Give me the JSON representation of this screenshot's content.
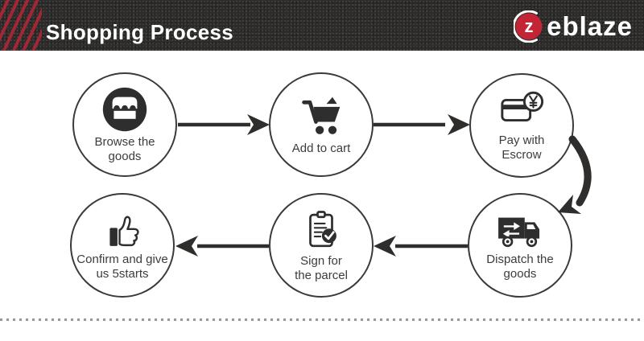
{
  "header": {
    "title": "Shopping Process",
    "brand": {
      "circle_letter": "z",
      "rest": "eblaze"
    }
  },
  "process": {
    "steps": [
      {
        "id": "browse",
        "label_line1": "Browse the",
        "label_line2": "goods",
        "icon": "storefront-icon"
      },
      {
        "id": "cart",
        "label_line1": "Add to cart",
        "label_line2": "",
        "icon": "shopping-cart-icon"
      },
      {
        "id": "pay",
        "label_line1": "Pay with",
        "label_line2": "Escrow",
        "icon": "card-yen-icon"
      },
      {
        "id": "dispatch",
        "label_line1": "Dispatch the",
        "label_line2": "goods",
        "icon": "truck-icon"
      },
      {
        "id": "sign",
        "label_line1": "Sign for",
        "label_line2": "the parcel",
        "icon": "clipboard-check-icon"
      },
      {
        "id": "confirm",
        "label_line1": "Confirm and give",
        "label_line2": "us 5starts",
        "icon": "thumbs-up-icon"
      }
    ]
  },
  "colors": {
    "header_bg": "#2c2b2a",
    "stripe_red": "#a32536",
    "logo_red": "#c32534",
    "ink": "#2e2e2e",
    "arrow": "#2f2e2d",
    "label_text": "#3c3c3c",
    "dotted_gray": "#969696"
  }
}
